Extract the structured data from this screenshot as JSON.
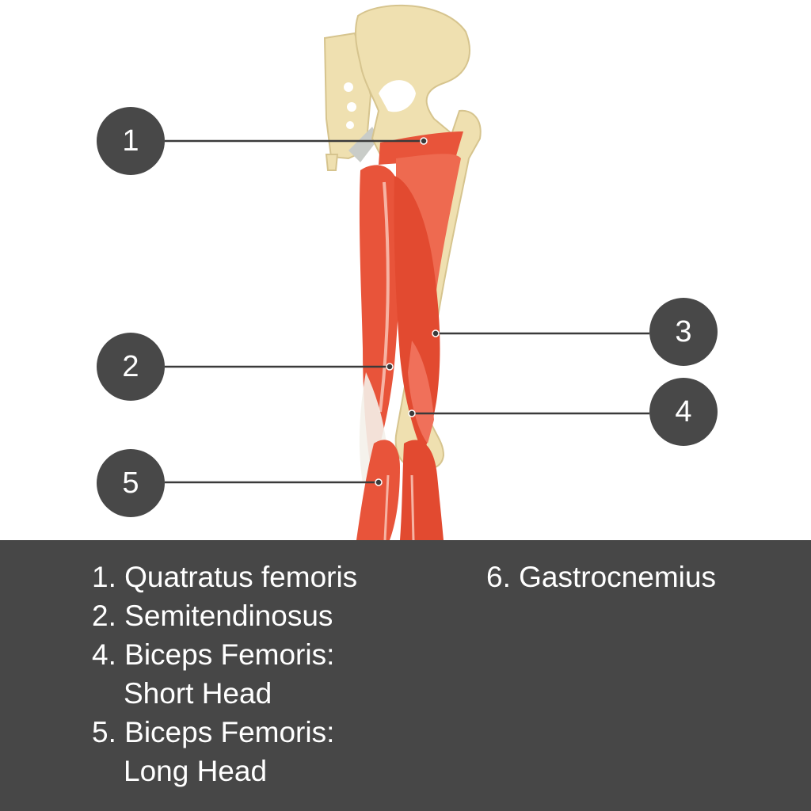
{
  "markers": [
    "1",
    "2",
    "3",
    "4",
    "5"
  ],
  "legend": {
    "left": [
      {
        "text": "1. Quatratus femoris"
      },
      {
        "text": "2. Semitendinosus"
      },
      {
        "text": "4. Biceps Femoris:",
        "cont": "Short Head"
      },
      {
        "text": "5. Biceps Femoris:",
        "cont": "Long Head"
      }
    ],
    "right": [
      {
        "text": "6. Gastrocnemius"
      }
    ]
  },
  "colors": {
    "bone": "#efe0b0",
    "bone_shadow": "#d6c48e",
    "muscle": "#e8543a",
    "muscle_light": "#f27c62",
    "tendon": "#f4f1ea",
    "marker": "#484848",
    "legend_bg": "#474747",
    "leader_line": "#3a3a3a"
  }
}
